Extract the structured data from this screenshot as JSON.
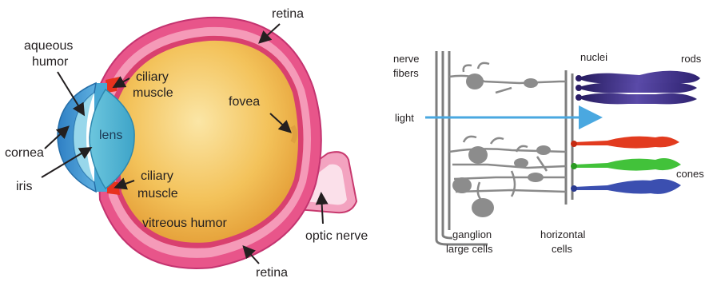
{
  "eye": {
    "labels": {
      "aqueous_1": "aqueous",
      "aqueous_2": "humor",
      "cornea": "cornea",
      "iris": "iris",
      "lens": "lens",
      "ciliary_top_1": "ciliary",
      "ciliary_top_2": "muscle",
      "ciliary_bottom_1": "ciliary",
      "ciliary_bottom_2": "muscle",
      "retina_top": "retina",
      "retina_bottom": "retina",
      "fovea": "fovea",
      "vitreous": "vitreous humor",
      "optic_nerve": "optic nerve"
    },
    "colors": {
      "sclera": "#e8558a",
      "sclera_light": "#f59ab8",
      "vitreous": "#f0b646",
      "vitreous_light": "#fbe39a",
      "cornea": "#3f8fcf",
      "lens": "#4fb4d2",
      "ciliary": "#e8321e",
      "nerve": "#f6c9d8"
    }
  },
  "retina_detail": {
    "labels": {
      "nerve_1": "nerve",
      "nerve_2": "fibers",
      "nuclei": "nuclei",
      "rods": "rods",
      "light": "light",
      "cones": "cones",
      "ganglion_1": "ganglion",
      "ganglion_2": "large cells",
      "horizontal_1": "horizontal",
      "horizontal_2": "cells"
    },
    "colors": {
      "rods": "#3a2a7a",
      "cone_red": "#e23b1f",
      "cone_green": "#42c23a",
      "cone_blue": "#3b4fb0",
      "light_arrow": "#4aa8e0",
      "neurons": "#8a8a8a"
    }
  }
}
